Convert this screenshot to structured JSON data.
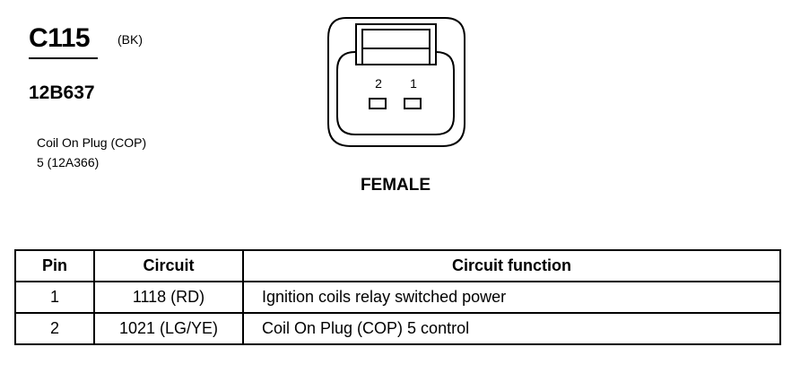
{
  "connector": {
    "id": "C115",
    "color_code": "(BK)",
    "part_number": "12B637",
    "description_line1": "Coil On Plug (COP)",
    "description_line2": "5 (12A366)",
    "gender": "FEMALE",
    "pin_labels": [
      "2",
      "1"
    ]
  },
  "pin_table": {
    "headers": [
      "Pin",
      "Circuit",
      "Circuit function"
    ],
    "rows": [
      {
        "pin": "1",
        "circuit": "1118 (RD)",
        "function": "Ignition coils relay switched power"
      },
      {
        "pin": "2",
        "circuit": "1021 (LG/YE)",
        "function": "Coil On Plug (COP) 5  control"
      }
    ]
  }
}
